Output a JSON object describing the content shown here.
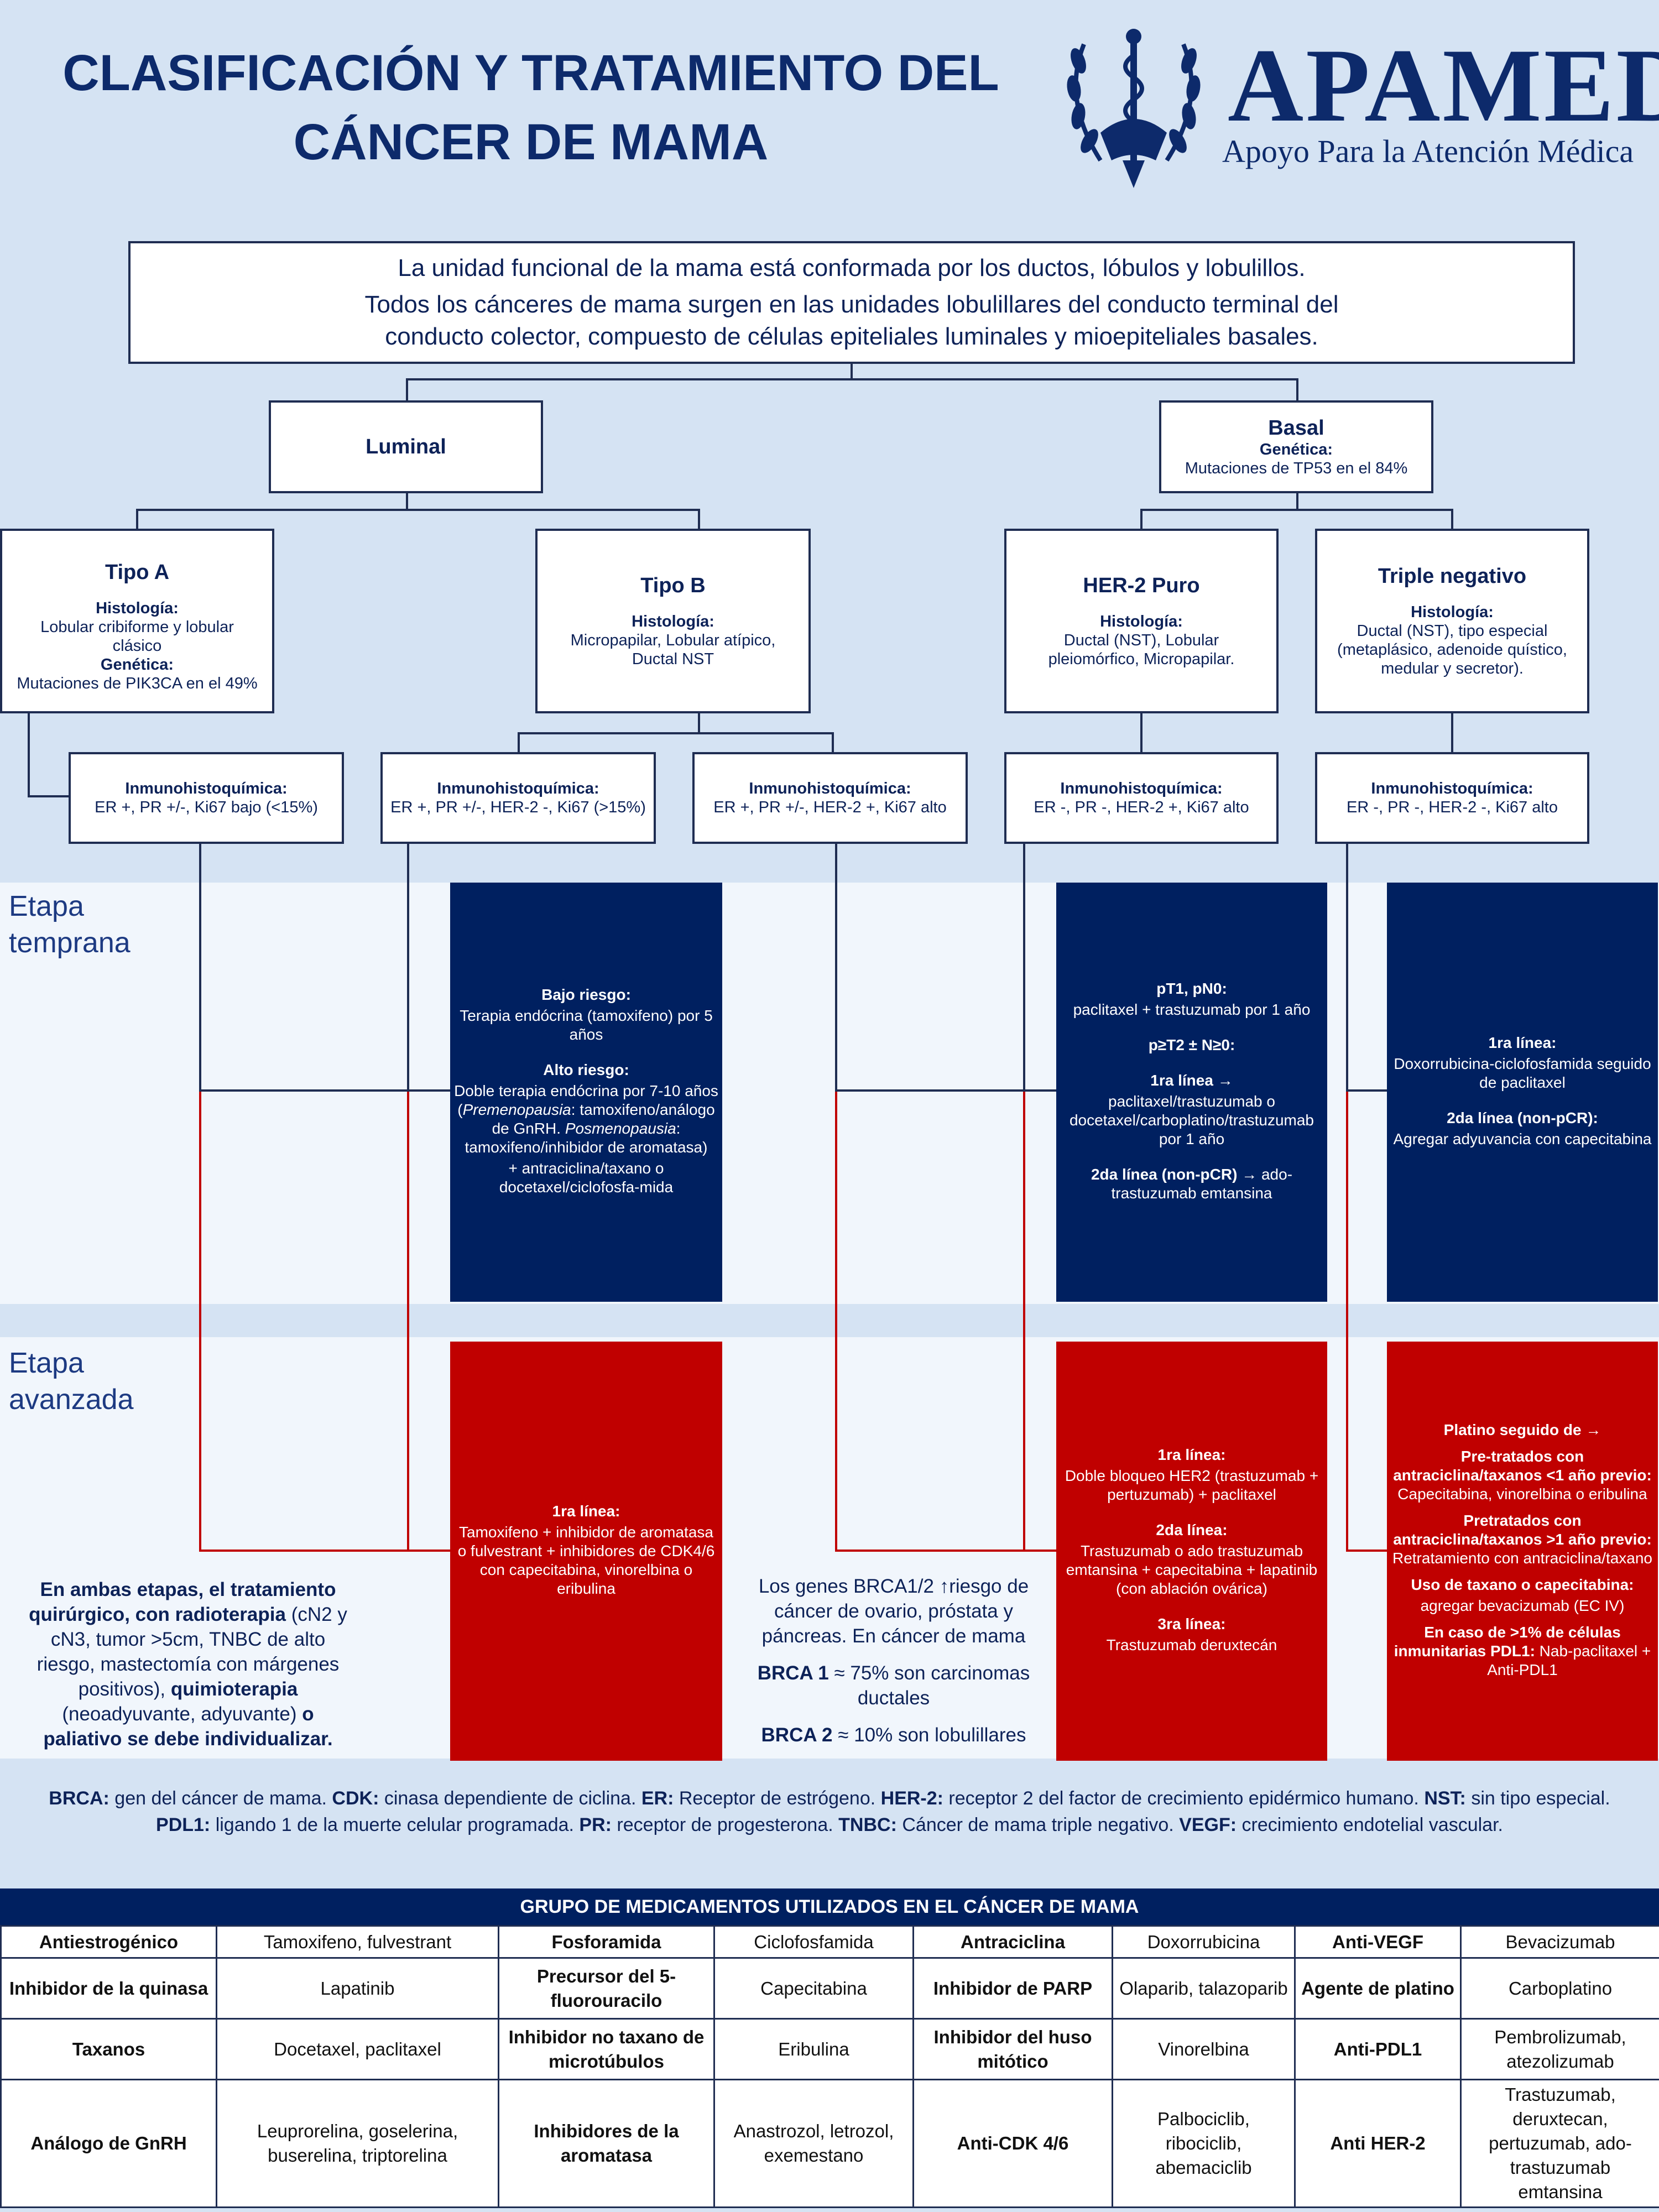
{
  "header": {
    "title_line1": "CLASIFICACIÓN Y TRATAMIENTO DEL",
    "title_line2": "CÁNCER DE MAMA",
    "logo_name": "APAMED",
    "logo_tagline": "Apoyo Para la Atención Médica"
  },
  "intro": {
    "line1": "La unidad funcional de la mama está conformada por los ductos, lóbulos y lobulillos.",
    "line2": "Todos los cánceres de mama surgen en las unidades lobulillares del conducto terminal del conducto colector, compuesto de células epiteliales luminales y mioepiteliales basales."
  },
  "luminal": {
    "title": "Luminal"
  },
  "basal": {
    "title": "Basal",
    "gen_label": "Genética:",
    "gen_value": "Mutaciones de TP53 en el 84%"
  },
  "tipo_a": {
    "title": "Tipo A",
    "hist_label": "Histología:",
    "hist_value": "Lobular cribiforme y lobular clásico",
    "gen_label": "Genética:",
    "gen_value": "Mutaciones de PIK3CA en el 49%"
  },
  "tipo_b": {
    "title": "Tipo B",
    "hist_label": "Histología:",
    "hist_value": "Micropapilar, Lobular atípico, Ductal NST"
  },
  "her2": {
    "title": "HER-2 Puro",
    "hist_label": "Histología:",
    "hist_value": "Ductal (NST), Lobular pleiomórfico, Micropapilar."
  },
  "tn": {
    "title": "Triple negativo",
    "hist_label": "Histología:",
    "hist_value": "Ductal (NST), tipo especial (metaplásico, adenoide quístico, medular y secretor)."
  },
  "ihq": {
    "label": "Inmunohistoquímica:",
    "a": "ER +, PR +/-, Ki67 bajo (<15%)",
    "b1": "ER +, PR +/-, HER-2 -, Ki67 (>15%)",
    "b2": "ER +, PR +/-, HER-2 +, Ki67 alto",
    "her2": "ER -, PR -, HER-2 +, Ki67 alto",
    "tn": "ER -, PR -, HER-2 -, Ki67 alto"
  },
  "stages": {
    "early_1": "Etapa",
    "early_2": "temprana",
    "adv_1": "Etapa",
    "adv_2": "avanzada"
  },
  "early_lum": {
    "low_label": "Bajo riesgo:",
    "low_value": "Terapia endócrina (tamoxifeno) por 5 años",
    "high_label": "Alto riesgo:",
    "high_1": "Doble terapia endócrina por 7-10 años (",
    "pre": "Premenopausia",
    "high_2": ": tamoxifeno/análogo de GnRH.",
    "post": "Posmenopausia",
    "high_3": ": tamoxifeno/inhibidor de aromatasa)",
    "high_4": "+ antraciclina/taxano o docetaxel/ciclofosfa-mida"
  },
  "early_her2": {
    "a_label": "pT1, pN0:",
    "a_value": "paclitaxel + trastuzumab por 1 año",
    "b_label": "p≥T2 ± N≥0:",
    "c_label": "1ra línea →",
    "c_value": "paclitaxel/trastuzumab o docetaxel/carboplatino/trastuzumab por 1 año",
    "d_label": "2da línea (non-pCR) →",
    "d_value": " ado-trastuzumab emtansina"
  },
  "early_tn": {
    "a_label": "1ra línea:",
    "a_value": "Doxorrubicina-ciclofosfamida seguido de paclitaxel",
    "b_label": "2da línea (non-pCR):",
    "b_value": "Agregar adyuvancia con capecitabina"
  },
  "adv_lum": {
    "label": "1ra línea:",
    "value": "Tamoxifeno + inhibidor de aromatasa o fulvestrant + inhibidores de CDK4/6 con capecitabina, vinorelbina o eribulina"
  },
  "adv_her2": {
    "a_label": "1ra línea:",
    "a_value": "Doble bloqueo HER2 (trastuzumab + pertuzumab) + paclitaxel",
    "b_label": "2da línea:",
    "b_value": "Trastuzumab o ado trastuzumab emtansina + capecitabina + lapatinib (con ablación ovárica)",
    "c_label": "3ra línea:",
    "c_value": "Trastuzumab deruxtecán"
  },
  "adv_tn": {
    "a": "Platino seguido de →",
    "b_label": "Pre-tratados con antraciclina/taxanos <1 año previo:",
    "b_value": " Capecitabina, vinorelbina o eribulina",
    "c_label": "Pretratados con antraciclina/taxanos >1 año previo:",
    "c_value": " Retratamiento con antraciclina/taxano",
    "d_label": "Uso de taxano o capecitabina:",
    "d_value": "agregar bevacizumab (EC IV)",
    "e_label": "En caso de >1% de células inmunitarias PDL1:",
    "e_value": " Nab-paclitaxel + Anti-PDL1"
  },
  "notes": {
    "left_1": "En ambas etapas, el tratamiento quirúrgico, con radioterapia",
    "left_2": " (cN2 y cN3, tumor >5cm, TNBC de alto riesgo, mastectomía con márgenes positivos), ",
    "left_3": "quimioterapia",
    "left_4": " (neoadyuvante, adyuvante) ",
    "left_5": "o paliativo se debe individualizar.",
    "brca_1": "Los genes BRCA1/2 ↑riesgo de cáncer de ovario, próstata y páncreas. En cáncer de mama",
    "brca_2_label": "BRCA 1",
    "brca_2_value": " ≈ 75%  son carcinomas ductales",
    "brca_3_label": "BRCA 2",
    "brca_3_value": " ≈ 10% son lobulillares"
  },
  "glossary": [
    {
      "term": "BRCA:",
      "def": " gen del cáncer de mama. "
    },
    {
      "term": "CDK:",
      "def": " cinasa dependiente de ciclina. "
    },
    {
      "term": "ER:",
      "def": " Receptor de estrógeno. "
    },
    {
      "term": "HER-2:",
      "def": " receptor 2 del factor de crecimiento epidérmico humano. "
    },
    {
      "term": "NST:",
      "def": " sin tipo especial. "
    },
    {
      "term": "PDL1:",
      "def": " ligando 1 de la muerte celular programada. "
    },
    {
      "term": "PR:",
      "def": " receptor de progesterona. "
    },
    {
      "term": "TNBC:",
      "def": " Cáncer de mama triple negativo. "
    },
    {
      "term": "VEGF:",
      "def": " crecimiento endotelial vascular."
    }
  ],
  "med_table": {
    "title": "GRUPO DE MEDICAMENTOS UTILIZADOS EN EL CÁNCER DE MAMA",
    "rows": [
      [
        "Antiestrogénico",
        "Tamoxifeno, fulvestrant",
        "Fosforamida",
        "Ciclofosfamida",
        "Antraciclina",
        "Doxorrubicina",
        "Anti-VEGF",
        "Bevacizumab"
      ],
      [
        "Inhibidor de la quinasa",
        "Lapatinib",
        "Precursor del 5-fluorouracilo",
        "Capecitabina",
        "Inhibidor de PARP",
        "Olaparib, talazoparib",
        "Agente de platino",
        "Carboplatino"
      ],
      [
        "Taxanos",
        "Docetaxel, paclitaxel",
        "Inhibidor no taxano de microtúbulos",
        "Eribulina",
        "Inhibidor del huso mitótico",
        "Vinorelbina",
        "Anti-PDL1",
        "Pembrolizumab, atezolizumab"
      ],
      [
        "Análogo de GnRH",
        "Leuprorelina, goselerina, buserelina, triptorelina",
        "Inhibidores de la aromatasa",
        "Anastrozol, letrozol, exemestano",
        "Anti-CDK 4/6",
        "Palbociclib, ribociclib, abemaciclib",
        "Anti HER-2",
        "Trastuzumab, deruxtecan, pertuzumab, ado-trastuzumab emtansina"
      ]
    ]
  },
  "colors": {
    "navy": "#002060",
    "red": "#c00000",
    "background": "#d5e3f3",
    "title": "#0d2a6b"
  }
}
